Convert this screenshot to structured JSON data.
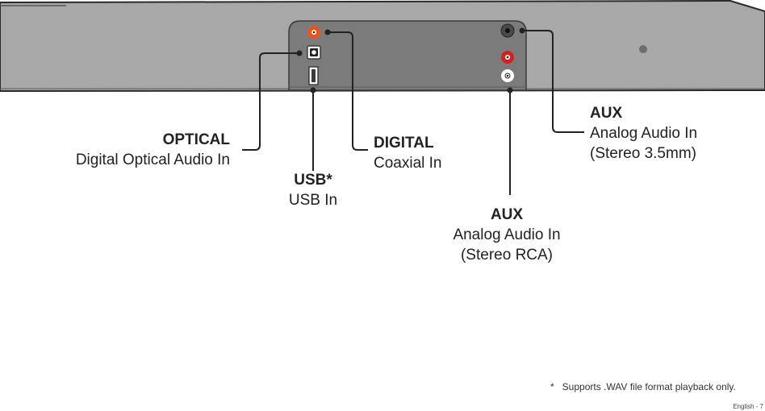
{
  "ports": {
    "optical": {
      "title": "OPTICAL",
      "desc": "Digital Optical Audio In"
    },
    "usb": {
      "title": "USB*",
      "desc": "USB In"
    },
    "digital": {
      "title": "DIGITAL",
      "desc": "Coaxial In"
    },
    "aux_rca": {
      "title": "AUX",
      "desc1": "Analog Audio In",
      "desc2": "(Stereo RCA)"
    },
    "aux_35": {
      "title": "AUX",
      "desc1": "Analog Audio In",
      "desc2": "(Stereo 3.5mm)"
    }
  },
  "footnote": {
    "mark": "*",
    "text": "Supports .WAV file format playback only."
  },
  "page_label": "English - 7",
  "colors": {
    "soundbar": "#a8a8a8",
    "panel": "#7b7b7b",
    "coaxial_jack": "#e8541a",
    "rca_right": "#d42020",
    "rca_left": "#ffffff",
    "callout_line": "#222222"
  }
}
